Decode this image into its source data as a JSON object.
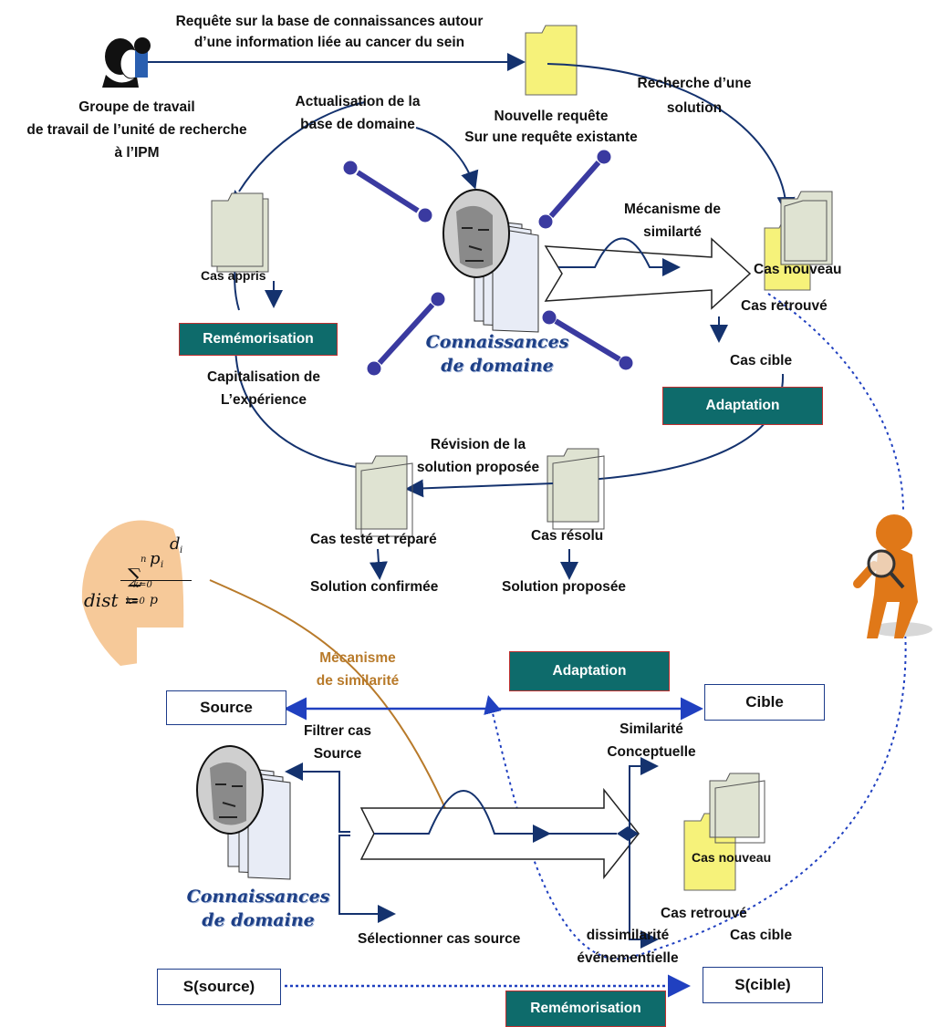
{
  "top": {
    "request_line1": "Requête sur la base de connaissances autour",
    "request_line2": "d’une  information  liée au cancer du sein",
    "group_line1": "Groupe de travail",
    "group_line2": "de travail de l’unité de recherche",
    "group_line3": "à l’IPM",
    "update_line1": "Actualisation de la",
    "update_line2": "base de domaine",
    "new_request_line1": "Nouvelle requête",
    "new_request_line2": "Sur une requête existante",
    "search_line1": "Recherche d’une",
    "search_line2": "solution",
    "similarity_line1": "Mécanisme de",
    "similarity_line2": "similarté",
    "case_learned": "Cas appris",
    "case_new": "Cas nouveau",
    "case_retrieved": "Cas retrouvé",
    "case_target": "Cas cible",
    "btn_rememorisation": "Remémorisation",
    "btn_adaptation": "Adaptation",
    "capitalisation_line1": "Capitalisation de",
    "capitalisation_line2": "L’expérience",
    "knowledge_line1": "Connaissances",
    "knowledge_line2": "de domaine",
    "revision_line1": "Révision de la",
    "revision_line2": "solution proposée",
    "case_tested": "Cas testé et réparé",
    "case_solved": "Cas résolu",
    "solution_confirmed": "Solution confirmée",
    "solution_proposed": "Solution proposée"
  },
  "formula": {
    "dist": "dist =",
    "sum_top": "∑",
    "num_sub": "n",
    "p_i": "p",
    "d_i": "d",
    "i": "i",
    "k0": "k=0",
    "k0_bottom": "k=0",
    "p_bottom": "p"
  },
  "bottom": {
    "mechanism_line1": "Mécanisme",
    "mechanism_line2": "de similarité",
    "btn_adaptation": "Adaptation",
    "source": "Source",
    "cible": "Cible",
    "filter_line1": "Filtrer cas",
    "filter_line2": "Source",
    "similarity_conc_line1": "Similarité",
    "similarity_conc_line2": "Conceptuelle",
    "case_new": "Cas nouveau",
    "case_retrieved": "Cas retrouvé",
    "case_target": "Cas cible",
    "knowledge_line1": "Connaissances",
    "knowledge_line2": "de domaine",
    "select_source": "Sélectionner cas source",
    "dissim_line1": "dissimilarité",
    "dissim_line2": "événementielle",
    "s_source": "S(source)",
    "s_cible": "S(cible)",
    "btn_rememorisation": "Remémorisation"
  },
  "colors": {
    "teal": "#0e6b6b",
    "navy": "#14326e",
    "arrow_purple": "#3a3aa0",
    "yellow_folder": "#f6f27a",
    "grey_folder": "#dfe3d2",
    "orange_figure": "#e07818",
    "formula_blob": "#f6c999"
  },
  "icons": [
    "people-icon",
    "folder-icon",
    "statue-icon",
    "magnifier-person-icon",
    "double-arrow-icon"
  ]
}
